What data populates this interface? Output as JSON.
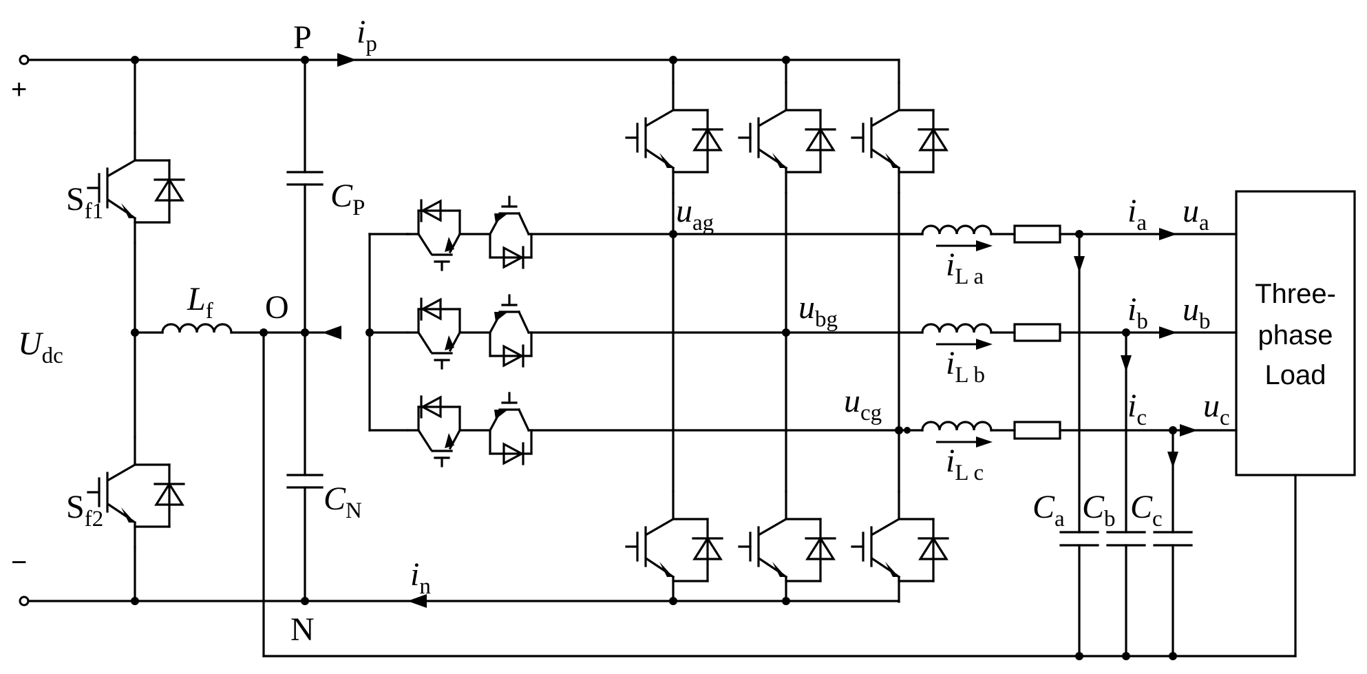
{
  "diagram": {
    "terminals": {
      "plus": "+",
      "minus": "−"
    },
    "nodes": {
      "P": "P",
      "O": "O",
      "N": "N"
    },
    "source": {
      "main": "U",
      "sub": "dc"
    },
    "switches": [
      {
        "main": "S",
        "sub": "f1"
      },
      {
        "main": "S",
        "sub": "f2"
      }
    ],
    "filter_inductor": {
      "main": "L",
      "sub": "f"
    },
    "capacitors": [
      {
        "main": "C",
        "sub": "P"
      },
      {
        "main": "C",
        "sub": "N"
      }
    ],
    "currents": [
      {
        "main": "i",
        "sub": "p"
      },
      {
        "main": "i",
        "sub": "n"
      }
    ],
    "phase_voltages_g": [
      {
        "main": "u",
        "sub": "ag"
      },
      {
        "main": "u",
        "sub": "bg"
      },
      {
        "main": "u",
        "sub": "cg"
      }
    ],
    "inductor_currents": [
      {
        "main": "i",
        "sub": "L a"
      },
      {
        "main": "i",
        "sub": "L b"
      },
      {
        "main": "i",
        "sub": "L c"
      }
    ],
    "output_currents": [
      {
        "main": "i",
        "sub": "a"
      },
      {
        "main": "i",
        "sub": "b"
      },
      {
        "main": "i",
        "sub": "c"
      }
    ],
    "output_voltages": [
      {
        "main": "u",
        "sub": "a"
      },
      {
        "main": "u",
        "sub": "b"
      },
      {
        "main": "u",
        "sub": "c"
      }
    ],
    "filter_capacitors": [
      {
        "main": "C",
        "sub": "a"
      },
      {
        "main": "C",
        "sub": "b"
      },
      {
        "main": "C",
        "sub": "c"
      }
    ],
    "load": {
      "line1": "Three-",
      "line2": "phase",
      "line3": "Load"
    }
  }
}
